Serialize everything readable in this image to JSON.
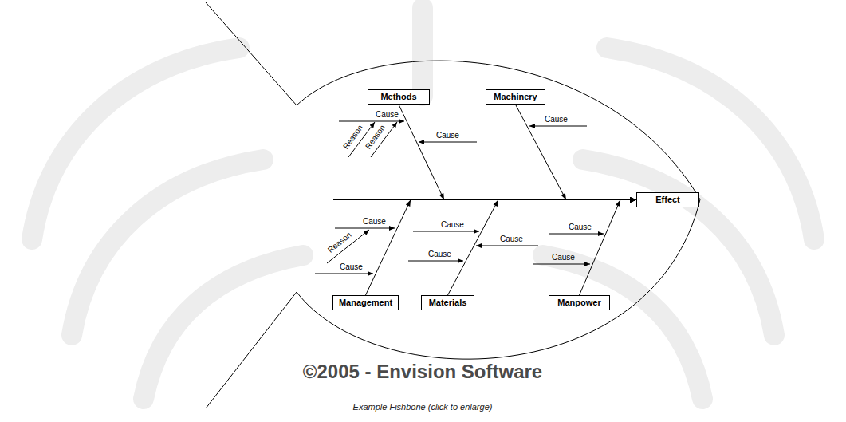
{
  "diagram": {
    "caption": "Example Fishbone (click to enlarge)",
    "nodes": [
      {
        "text": [
          "Methods"
        ]
      },
      {
        "text": [
          "Machinery"
        ]
      },
      {
        "text": [
          "Effect"
        ]
      },
      {
        "text": [
          "Management"
        ]
      },
      {
        "text": [
          "Materials"
        ]
      },
      {
        "text": [
          "Manpower"
        ]
      }
    ],
    "edges": [
      {
        "from": 0,
        "to": 2,
        "arrow": "to"
      },
      {
        "from": 1,
        "to": 2,
        "arrow": "to"
      },
      {
        "from": 3,
        "to": 2,
        "arrow": "to"
      },
      {
        "from": 4,
        "to": 2,
        "arrow": "to"
      },
      {
        "from": 5,
        "to": 2,
        "arrow": "to"
      }
    ],
    "labels": [
      "Cause",
      "Cause",
      "Reason",
      "Reason",
      "Cause",
      "Cause",
      "Cause",
      "Cause",
      "Cause",
      "Reason",
      "Cause",
      "Cause",
      "Cause",
      "©2005 - Envision Software"
    ]
  }
}
